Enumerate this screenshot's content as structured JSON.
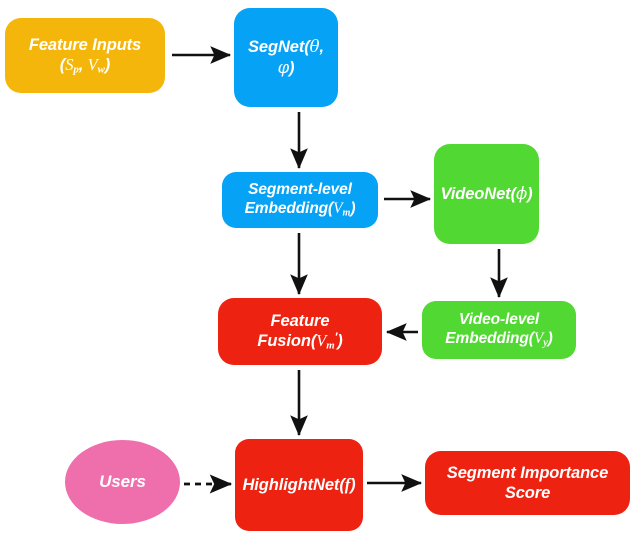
{
  "diagram": {
    "title": "HighlightNet architecture flow diagram",
    "background": "#ffffff",
    "colors": {
      "yellow": "#f5b60c",
      "blue": "#06a2f5",
      "green": "#52d833",
      "red": "#ee2211",
      "pink": "#ee6fab",
      "arrow": "#111111",
      "text": "#ffffff"
    },
    "nodes": [
      {
        "id": "feature-inputs",
        "line1": "Feature Inputs",
        "line2_prefix": "(",
        "line2_var1": "S",
        "line2_sub1": "p",
        "line2_sep": ", ",
        "line2_var2": "V",
        "line2_sub2": "w",
        "line2_suffix": ")",
        "color": "#f5b60c",
        "shape": "rounded-rect"
      },
      {
        "id": "segnet",
        "label_prefix": "SegNet(",
        "greek1": "θ",
        "sep": ", ",
        "greek2": "φ",
        "label_suffix": ")",
        "color": "#06a2f5",
        "shape": "rounded-rect"
      },
      {
        "id": "segment-embedding",
        "line1": "Segment-level",
        "line2_prefix": "Embedding(",
        "line2_var": "V",
        "line2_sub": "m",
        "line2_suffix": ")",
        "color": "#06a2f5",
        "shape": "rounded-rect"
      },
      {
        "id": "videonet",
        "label_prefix": "VideoNet(",
        "greek": "ϕ",
        "label_suffix": ")",
        "color": "#52d833",
        "shape": "rounded-rect"
      },
      {
        "id": "video-embedding",
        "line1": "Video-level",
        "line2_prefix": "Embedding(",
        "line2_var": "V",
        "line2_sub": "y",
        "line2_suffix": ")",
        "color": "#52d833",
        "shape": "rounded-rect"
      },
      {
        "id": "feature-fusion",
        "line1": "Feature",
        "line2_prefix": "Fusion(",
        "line2_var": "V",
        "line2_sub": "m",
        "line2_prime": "′",
        "line2_suffix": ")",
        "color": "#ee2211",
        "shape": "rounded-rect"
      },
      {
        "id": "users",
        "label": "Users",
        "color": "#ee6fab",
        "shape": "ellipse"
      },
      {
        "id": "highlightnet",
        "label_prefix": "HighlightNet(",
        "var": "f",
        "label_suffix": ")",
        "color": "#ee2211",
        "shape": "rounded-rect"
      },
      {
        "id": "segment-score",
        "line1": "Segment Importance",
        "line2": "Score",
        "color": "#ee2211",
        "shape": "rounded-rect"
      }
    ],
    "edges": [
      {
        "id": "feature-inputs-to-segnet",
        "from": "feature-inputs",
        "to": "segnet",
        "style": "solid",
        "direction": "right"
      },
      {
        "id": "segnet-to-segment-embedding",
        "from": "segnet",
        "to": "segment-embedding",
        "style": "solid",
        "direction": "down"
      },
      {
        "id": "segment-embedding-to-videonet",
        "from": "segment-embedding",
        "to": "videonet",
        "style": "solid",
        "direction": "right"
      },
      {
        "id": "segment-embedding-to-feature-fusion",
        "from": "segment-embedding",
        "to": "feature-fusion",
        "style": "solid",
        "direction": "down"
      },
      {
        "id": "videonet-to-video-embedding",
        "from": "videonet",
        "to": "video-embedding",
        "style": "solid",
        "direction": "down"
      },
      {
        "id": "video-embedding-to-feature-fusion",
        "from": "video-embedding",
        "to": "feature-fusion",
        "style": "solid",
        "direction": "left"
      },
      {
        "id": "feature-fusion-to-highlightnet",
        "from": "feature-fusion",
        "to": "highlightnet",
        "style": "solid",
        "direction": "down"
      },
      {
        "id": "users-to-highlightnet",
        "from": "users",
        "to": "highlightnet",
        "style": "dashed",
        "direction": "right"
      },
      {
        "id": "highlightnet-to-segment-score",
        "from": "highlightnet",
        "to": "segment-score",
        "style": "solid",
        "direction": "right"
      }
    ]
  }
}
